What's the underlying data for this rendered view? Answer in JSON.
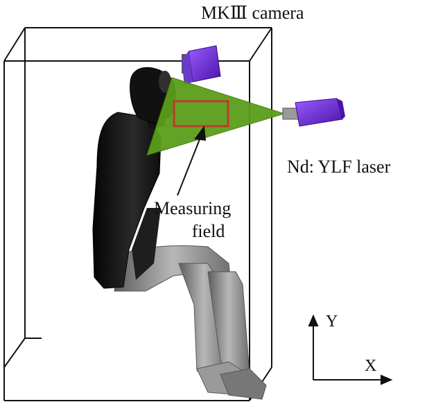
{
  "labels": {
    "camera": "MKⅢ camera",
    "laser": "Nd: YLF laser",
    "measuring_line1": "Measuring",
    "measuring_line2": "field",
    "axis_y": "Y",
    "axis_x": "X"
  },
  "colors": {
    "box_edges": "#111111",
    "laser_sheet": "#5a9e1a",
    "device_body": "#7a2ee0",
    "measuring_frame": "#c0392b",
    "manikin_upper": "#1a1a1a",
    "manikin_legs": "#8c8c8c"
  }
}
